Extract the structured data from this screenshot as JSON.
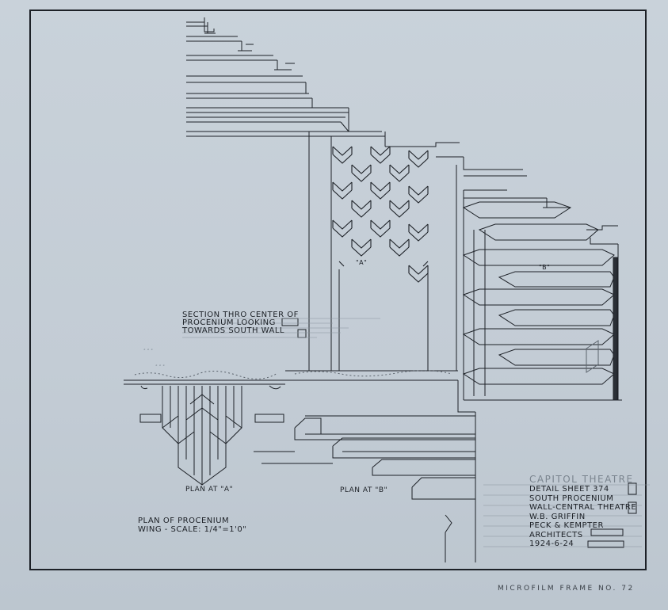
{
  "section_label": [
    "SECTION THRO CENTER OF",
    "PROCENIUM LOOKING",
    "TOWARDS SOUTH WALL"
  ],
  "plan_a_label": "PLAN AT \"A\"",
  "plan_b_label": "PLAN AT \"B\"",
  "marker_a": "\"A\"",
  "marker_b": "\"B\"",
  "plan_title": [
    "PLAN OF PROCENIUM",
    "WING - SCALE: 1/4\"=1'0\""
  ],
  "title_block": {
    "project": "CAPITOL THEATRE",
    "lines": [
      "DETAIL SHEET 374",
      "SOUTH PROCENIUM",
      "WALL-CENTRAL THEATRE",
      "W.B. GRIFFIN",
      "PECK & KEMPTER",
      "ARCHITECTS",
      "1924-6-24"
    ]
  },
  "microfilm": "MICROFILM FRAME NO. 72",
  "colors": {
    "paper": "#c6cfd7",
    "ink": "#1c2026",
    "pencil": "#8a949e"
  }
}
